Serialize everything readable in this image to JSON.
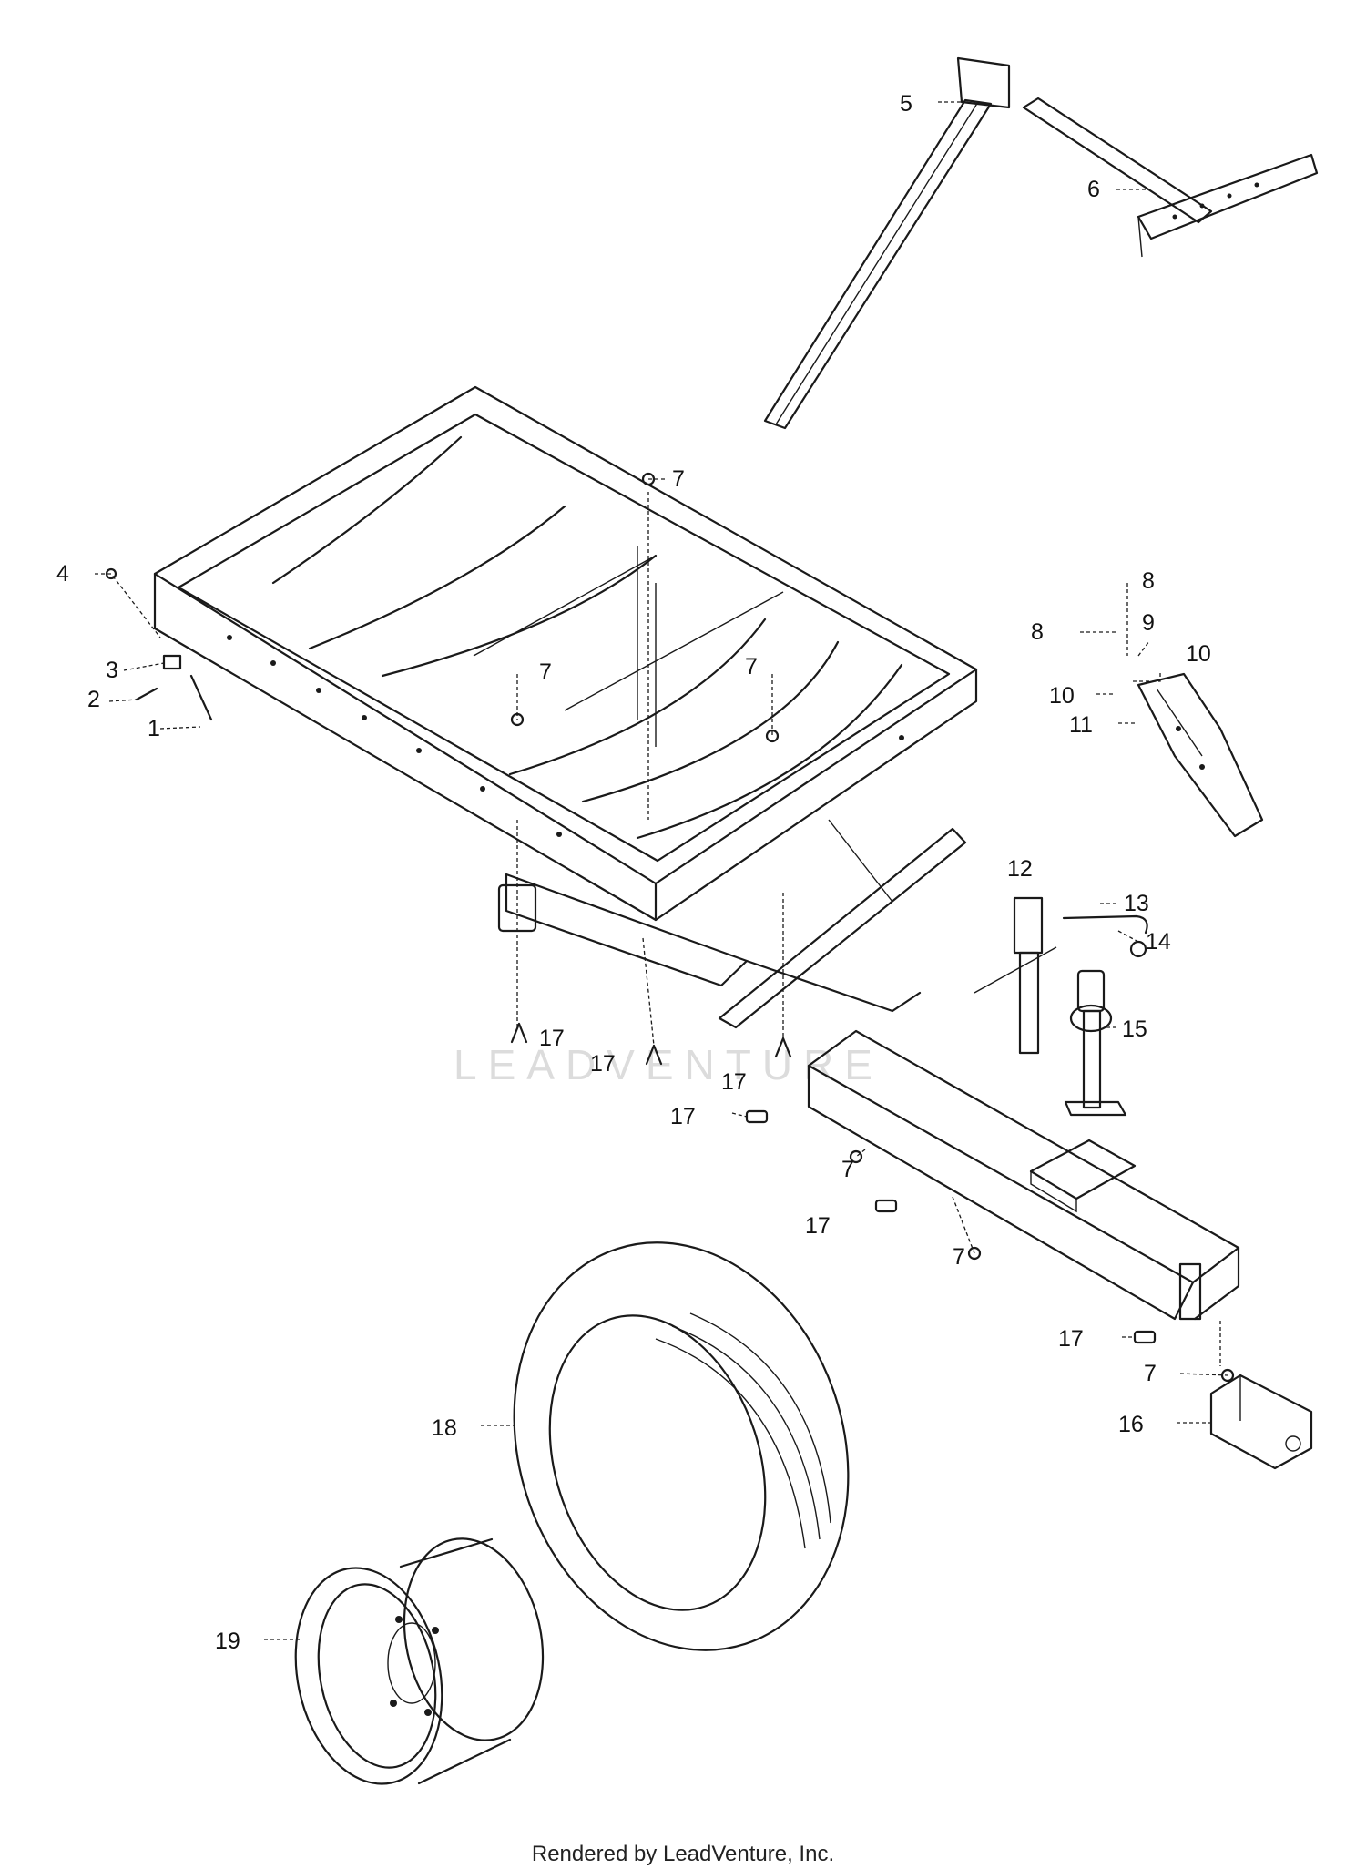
{
  "callouts": [
    {
      "id": "c1",
      "text": "1"
    },
    {
      "id": "c2",
      "text": "2"
    },
    {
      "id": "c3",
      "text": "3"
    },
    {
      "id": "c4",
      "text": "4"
    },
    {
      "id": "c5",
      "text": "5"
    },
    {
      "id": "c6",
      "text": "6"
    },
    {
      "id": "c7a",
      "text": "7"
    },
    {
      "id": "c7b",
      "text": "7"
    },
    {
      "id": "c7c",
      "text": "7"
    },
    {
      "id": "c7d",
      "text": "7"
    },
    {
      "id": "c7e",
      "text": "7"
    },
    {
      "id": "c7f",
      "text": "7"
    },
    {
      "id": "c8a",
      "text": "8"
    },
    {
      "id": "c8b",
      "text": "8"
    },
    {
      "id": "c9",
      "text": "9"
    },
    {
      "id": "c10a",
      "text": "10"
    },
    {
      "id": "c10b",
      "text": "10"
    },
    {
      "id": "c11",
      "text": "11"
    },
    {
      "id": "c12",
      "text": "12"
    },
    {
      "id": "c13",
      "text": "13"
    },
    {
      "id": "c14",
      "text": "14"
    },
    {
      "id": "c15",
      "text": "15"
    },
    {
      "id": "c16",
      "text": "16"
    },
    {
      "id": "c17a",
      "text": "17"
    },
    {
      "id": "c17b",
      "text": "17"
    },
    {
      "id": "c17c",
      "text": "17"
    },
    {
      "id": "c17d",
      "text": "17"
    },
    {
      "id": "c17e",
      "text": "17"
    },
    {
      "id": "c17f",
      "text": "17"
    },
    {
      "id": "c18",
      "text": "18"
    },
    {
      "id": "c19",
      "text": "19"
    }
  ],
  "watermark": "LEADVENTURE",
  "footer": "Rendered by LeadVenture, Inc."
}
